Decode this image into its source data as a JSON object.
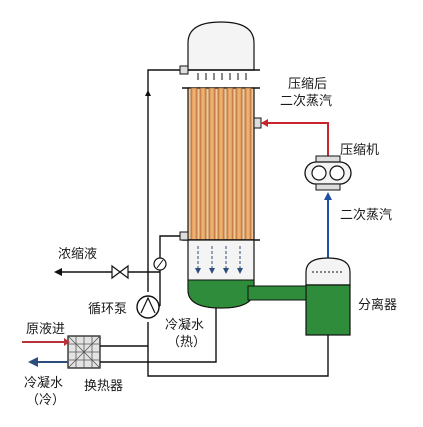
{
  "labels": {
    "compressed_vapor_line1": "压缩后",
    "compressed_vapor_line2": "二次蒸汽",
    "compressor": "压缩机",
    "secondary_vapor": "二次蒸汽",
    "concentrate": "浓缩液",
    "separator": "分离器",
    "circulation_pump": "循环泵",
    "raw_liquid_in": "原液进",
    "condensate_hot_line1": "冷凝水",
    "condensate_hot_line2": "（热）",
    "condensate_cold_line1": "冷凝水",
    "condensate_cold_line2": "（冷）",
    "heat_exchanger": "换热器"
  },
  "colors": {
    "line": "#111111",
    "compressed_vapor_pipe": "#c8242b",
    "secondary_vapor_pipe": "#1f4fa3",
    "raw_liquid_pipe": "#b8323a",
    "condensate_out_pipe": "#2d4d7c",
    "liquid": "#2e8c3a",
    "tube": "#e8a15e",
    "shell": "#f7f7f7"
  }
}
